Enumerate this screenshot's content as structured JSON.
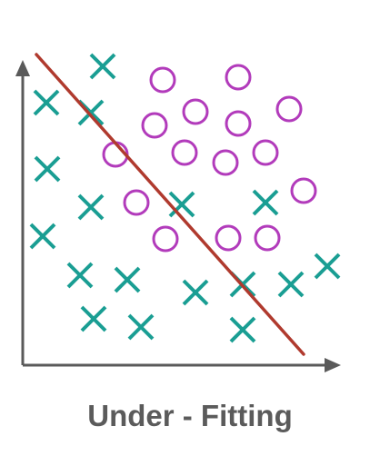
{
  "caption": "Under - Fitting",
  "colors": {
    "cross": "#1a9e93",
    "circle": "#b23bbb",
    "boundary": "#b03a2e",
    "axis": "#5a5a5a",
    "caption": "#5b5b5b"
  },
  "diagram": {
    "axes": [
      "y-axis",
      "x-axis"
    ],
    "boundary": "decision-boundary-line",
    "marker_types": [
      "cross",
      "circle"
    ]
  },
  "crosses": [
    [
      113,
      73
    ],
    [
      51,
      113
    ],
    [
      100,
      124
    ],
    [
      52,
      186
    ],
    [
      100,
      228
    ],
    [
      200,
      225
    ],
    [
      292,
      223
    ],
    [
      47,
      260
    ],
    [
      88,
      303
    ],
    [
      140,
      308
    ],
    [
      215,
      322
    ],
    [
      267,
      313
    ],
    [
      320,
      313
    ],
    [
      360,
      293
    ],
    [
      103,
      351
    ],
    [
      155,
      360
    ],
    [
      267,
      363
    ]
  ],
  "circles": [
    [
      179,
      88
    ],
    [
      262,
      85
    ],
    [
      215,
      123
    ],
    [
      170,
      138
    ],
    [
      262,
      136
    ],
    [
      318,
      120
    ],
    [
      127,
      170
    ],
    [
      203,
      168
    ],
    [
      248,
      179
    ],
    [
      292,
      168
    ],
    [
      334,
      210
    ],
    [
      150,
      223
    ],
    [
      182,
      263
    ],
    [
      251,
      262
    ],
    [
      294,
      262
    ]
  ]
}
